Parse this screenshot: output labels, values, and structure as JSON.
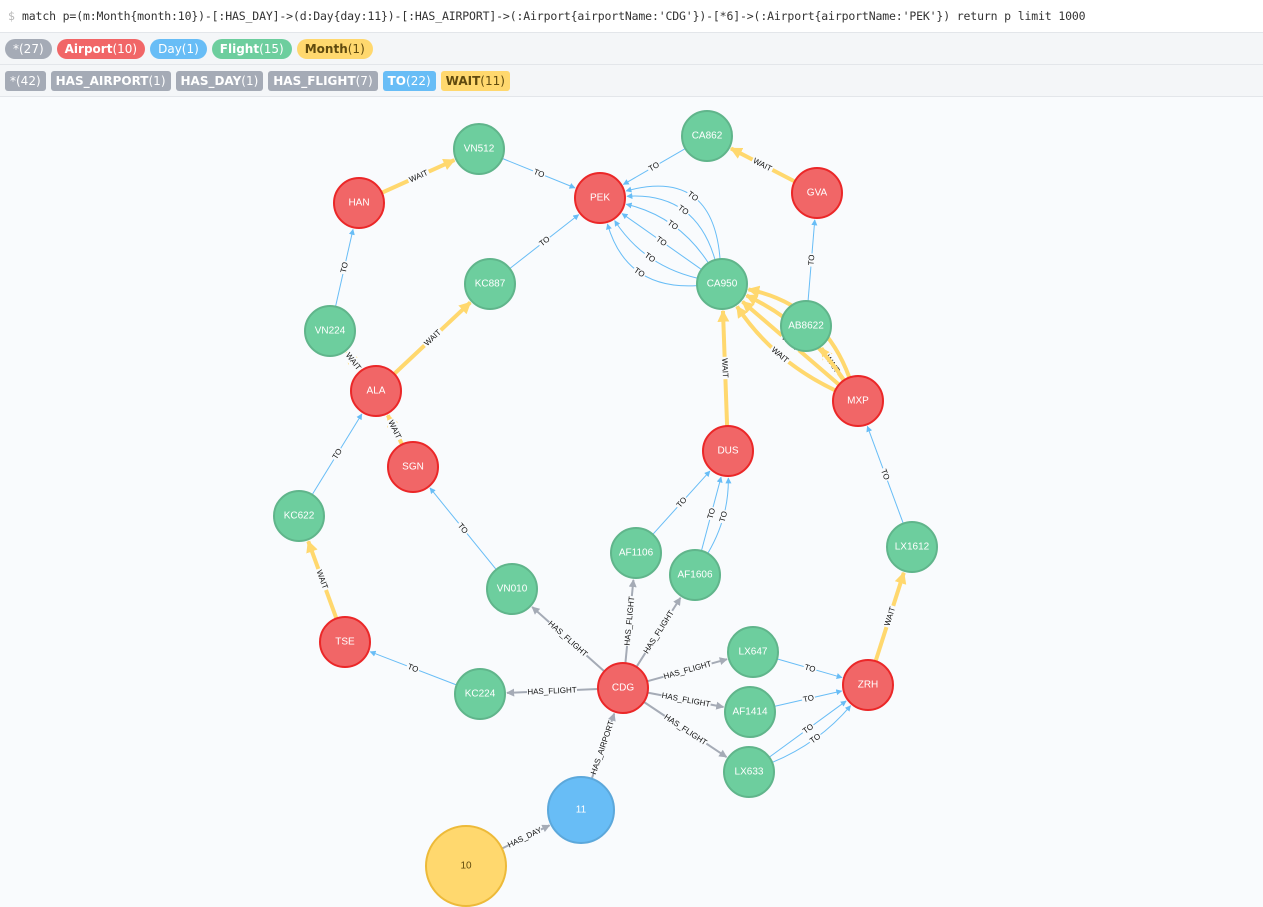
{
  "query": {
    "prompt": "$",
    "text": "match p=(m:Month{month:10})-[:HAS_DAY]->(d:Day{day:11})-[:HAS_AIRPORT]->(:Airport{airportName:'CDG'})-[*6]->(:Airport{airportName:'PEK'}) return p limit 1000"
  },
  "label_legend": [
    {
      "name": "*",
      "count": "(27)",
      "color": "#a5abb6",
      "text_color": "#ffffff"
    },
    {
      "name": "Airport",
      "count": "(10)",
      "color": "#f16667",
      "text_color": "#ffffff"
    },
    {
      "name": "Day",
      "count": "(1)",
      "color": "#68bdf6",
      "text_color": "#ffffff"
    },
    {
      "name": "Flight",
      "count": "(15)",
      "color": "#6dce9e",
      "text_color": "#ffffff"
    },
    {
      "name": "Month",
      "count": "(1)",
      "color": "#ffd86e",
      "text_color": "#604a0e"
    }
  ],
  "rel_legend": [
    {
      "name": "*",
      "count": "(42)",
      "color": "#a5abb6",
      "text_color": "#ffffff"
    },
    {
      "name": "HAS_AIRPORT",
      "count": "(1)",
      "color": "#a5abb6",
      "text_color": "#ffffff"
    },
    {
      "name": "HAS_DAY",
      "count": "(1)",
      "color": "#a5abb6",
      "text_color": "#ffffff"
    },
    {
      "name": "HAS_FLIGHT",
      "count": "(7)",
      "color": "#a5abb6",
      "text_color": "#ffffff"
    },
    {
      "name": "TO",
      "count": "(22)",
      "color": "#68bdf6",
      "text_color": "#ffffff"
    },
    {
      "name": "WAIT",
      "count": "(11)",
      "color": "#ffd86e",
      "text_color": "#604a0e"
    }
  ],
  "colors": {
    "Airport": {
      "fill": "#f16667",
      "stroke": "#eb2728"
    },
    "Flight": {
      "fill": "#6dce9e",
      "stroke": "#60b58b"
    },
    "Day": {
      "fill": "#68bdf6",
      "stroke": "#5ca8db"
    },
    "Month": {
      "fill": "#ffd86e",
      "stroke": "#edba39"
    },
    "TO": "#68bdf6",
    "WAIT": "#ffd86e",
    "HAS": "#a5abb6"
  },
  "graph": {
    "nodes": [
      {
        "id": "PEK",
        "label": "Airport",
        "caption": "PEK"
      },
      {
        "id": "HAN",
        "label": "Airport",
        "caption": "HAN"
      },
      {
        "id": "GVA",
        "label": "Airport",
        "caption": "GVA"
      },
      {
        "id": "ALA",
        "label": "Airport",
        "caption": "ALA"
      },
      {
        "id": "SGN",
        "label": "Airport",
        "caption": "SGN"
      },
      {
        "id": "MXP",
        "label": "Airport",
        "caption": "MXP"
      },
      {
        "id": "DUS",
        "label": "Airport",
        "caption": "DUS"
      },
      {
        "id": "TSE",
        "label": "Airport",
        "caption": "TSE"
      },
      {
        "id": "CDG",
        "label": "Airport",
        "caption": "CDG"
      },
      {
        "id": "ZRH",
        "label": "Airport",
        "caption": "ZRH"
      },
      {
        "id": "VN512",
        "label": "Flight",
        "caption": "VN512"
      },
      {
        "id": "CA862",
        "label": "Flight",
        "caption": "CA862"
      },
      {
        "id": "KC887",
        "label": "Flight",
        "caption": "KC887"
      },
      {
        "id": "CA950",
        "label": "Flight",
        "caption": "CA950"
      },
      {
        "id": "VN224",
        "label": "Flight",
        "caption": "VN224"
      },
      {
        "id": "AB8622",
        "label": "Flight",
        "caption": "AB8622"
      },
      {
        "id": "KC622",
        "label": "Flight",
        "caption": "KC622"
      },
      {
        "id": "AF1106",
        "label": "Flight",
        "caption": "AF1106"
      },
      {
        "id": "AF1606",
        "label": "Flight",
        "caption": "AF1606"
      },
      {
        "id": "LX1612",
        "label": "Flight",
        "caption": "LX1612"
      },
      {
        "id": "VN010",
        "label": "Flight",
        "caption": "VN010"
      },
      {
        "id": "LX647",
        "label": "Flight",
        "caption": "LX647"
      },
      {
        "id": "KC224",
        "label": "Flight",
        "caption": "KC224"
      },
      {
        "id": "AF1414",
        "label": "Flight",
        "caption": "AF1414"
      },
      {
        "id": "LX633",
        "label": "Flight",
        "caption": "LX633"
      },
      {
        "id": "D11",
        "label": "Day",
        "caption": "11"
      },
      {
        "id": "M10",
        "label": "Month",
        "caption": "10"
      }
    ],
    "rels": [
      {
        "from": "M10",
        "to": "D11",
        "type": "HAS_DAY"
      },
      {
        "from": "D11",
        "to": "CDG",
        "type": "HAS_AIRPORT"
      },
      {
        "from": "CDG",
        "to": "KC224",
        "type": "HAS_FLIGHT"
      },
      {
        "from": "CDG",
        "to": "VN010",
        "type": "HAS_FLIGHT"
      },
      {
        "from": "CDG",
        "to": "AF1106",
        "type": "HAS_FLIGHT"
      },
      {
        "from": "CDG",
        "to": "AF1606",
        "type": "HAS_FLIGHT"
      },
      {
        "from": "CDG",
        "to": "LX647",
        "type": "HAS_FLIGHT"
      },
      {
        "from": "CDG",
        "to": "AF1414",
        "type": "HAS_FLIGHT"
      },
      {
        "from": "CDG",
        "to": "LX633",
        "type": "HAS_FLIGHT"
      },
      {
        "from": "KC224",
        "to": "TSE",
        "type": "TO"
      },
      {
        "from": "TSE",
        "to": "KC622",
        "type": "WAIT"
      },
      {
        "from": "KC622",
        "to": "ALA",
        "type": "TO"
      },
      {
        "from": "ALA",
        "to": "VN224",
        "type": "WAIT"
      },
      {
        "from": "ALA",
        "to": "KC887",
        "type": "WAIT"
      },
      {
        "from": "SGN",
        "to": "ALA",
        "type": "WAIT"
      },
      {
        "from": "VN224",
        "to": "HAN",
        "type": "TO"
      },
      {
        "from": "HAN",
        "to": "VN512",
        "type": "WAIT"
      },
      {
        "from": "VN512",
        "to": "PEK",
        "type": "TO"
      },
      {
        "from": "KC887",
        "to": "PEK",
        "type": "TO"
      },
      {
        "from": "VN010",
        "to": "SGN",
        "type": "TO"
      },
      {
        "from": "CA862",
        "to": "PEK",
        "type": "TO"
      },
      {
        "from": "GVA",
        "to": "CA862",
        "type": "WAIT"
      },
      {
        "from": "AB8622",
        "to": "GVA",
        "type": "TO"
      },
      {
        "from": "MXP",
        "to": "AB8622",
        "type": "WAIT"
      },
      {
        "from": "MXP",
        "to": "CA950",
        "type": "WAIT"
      },
      {
        "from": "MXP",
        "to": "CA950",
        "type": "WAIT"
      },
      {
        "from": "MXP",
        "to": "CA950",
        "type": "WAIT"
      },
      {
        "from": "MXP",
        "to": "CA950",
        "type": "WAIT"
      },
      {
        "from": "DUS",
        "to": "CA950",
        "type": "WAIT"
      },
      {
        "from": "CA950",
        "to": "PEK",
        "type": "TO"
      },
      {
        "from": "CA950",
        "to": "PEK",
        "type": "TO"
      },
      {
        "from": "CA950",
        "to": "PEK",
        "type": "TO"
      },
      {
        "from": "CA950",
        "to": "PEK",
        "type": "TO"
      },
      {
        "from": "CA950",
        "to": "PEK",
        "type": "TO"
      },
      {
        "from": "CA950",
        "to": "PEK",
        "type": "TO"
      },
      {
        "from": "AF1106",
        "to": "DUS",
        "type": "TO"
      },
      {
        "from": "AF1606",
        "to": "DUS",
        "type": "TO"
      },
      {
        "from": "AF1606",
        "to": "DUS",
        "type": "TO"
      },
      {
        "from": "LX647",
        "to": "ZRH",
        "type": "TO"
      },
      {
        "from": "AF1414",
        "to": "ZRH",
        "type": "TO"
      },
      {
        "from": "LX633",
        "to": "ZRH",
        "type": "TO"
      },
      {
        "from": "LX633",
        "to": "ZRH",
        "type": "TO"
      },
      {
        "from": "ZRH",
        "to": "LX1612",
        "type": "WAIT"
      },
      {
        "from": "LX1612",
        "to": "MXP",
        "type": "TO"
      }
    ]
  }
}
